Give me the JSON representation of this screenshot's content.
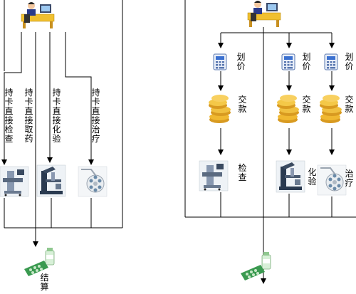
{
  "left_flow": {
    "branches": [
      {
        "label": "持卡直接检查"
      },
      {
        "label": "持卡直接取药"
      },
      {
        "label": "持卡直接化验"
      },
      {
        "label": "持卡直接治疗"
      }
    ],
    "settlement_label": "结算"
  },
  "right_flow": {
    "price_label": "划价",
    "pay_label": "交款",
    "exam_label": "检查",
    "lab_label": "化验",
    "treat_label": "治疗"
  },
  "icons": [
    "doctor-desk-icon",
    "calculator-icon",
    "coin-stack-icon",
    "xray-machine-icon",
    "microscope-icon",
    "operating-lamp-icon",
    "medicine-icon"
  ],
  "colors": {
    "line": "#000000",
    "coin": "#f0b830",
    "calc": "#2060d0",
    "machine": "#5a6a80"
  }
}
